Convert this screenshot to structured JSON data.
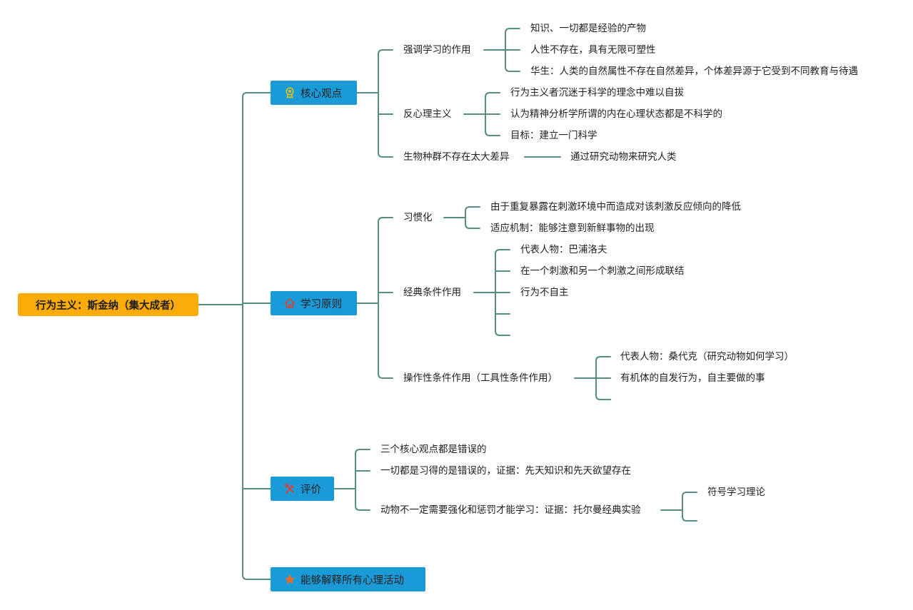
{
  "root": {
    "label": "行为主义：斯金纳（集大成者）"
  },
  "branches": [
    {
      "label": "核心观点",
      "icon": "award-ribbon-icon",
      "children": [
        {
          "label": "强调学习的作用",
          "children": [
            {
              "label": "知识、一切都是经验的产物"
            },
            {
              "label": "人性不存在，具有无限可塑性"
            },
            {
              "label": "华生：人类的自然属性不存在自然差异，个体差异源于它受到不同教育与待遇"
            }
          ]
        },
        {
          "label": "反心理主义",
          "children": [
            {
              "label": "行为主义者沉迷于科学的理念中难以自拔"
            },
            {
              "label": "认为精神分析学所谓的内在心理状态都是不科学的"
            },
            {
              "label": "目标：建立一门科学"
            }
          ]
        },
        {
          "label": "生物种群不存在太大差异",
          "children": [
            {
              "label": "通过研究动物来研究人类"
            }
          ]
        }
      ]
    },
    {
      "label": "学习原则",
      "icon": "house-icon",
      "children": [
        {
          "label": "习惯化",
          "children": [
            {
              "label": "由于重复暴露在刺激环境中而造成对该刺激反应倾向的降低"
            },
            {
              "label": "适应机制：能够注意到新鲜事物的出现"
            }
          ]
        },
        {
          "label": "经典条件作用",
          "children": [
            {
              "label": "代表人物：巴浦洛夫"
            },
            {
              "label": "在一个刺激和另一个刺激之间形成联结"
            },
            {
              "label": "行为不自主"
            }
          ]
        },
        {
          "label": "操作性条件作用（工具性条件作用）",
          "children": [
            {
              "label": "代表人物：桑代克（研究动物如何学习）"
            },
            {
              "label": "有机体的自发行为，自主要做的事"
            }
          ]
        }
      ]
    },
    {
      "label": "评价",
      "icon": "tools-icon",
      "children": [
        {
          "label": "三个核心观点都是错误的"
        },
        {
          "label": "一切都是习得的是错误的，证据：先天知识和先天欲望存在"
        },
        {
          "label": "动物不一定需要强化和惩罚才能学习：证据：托尔曼经典实验",
          "children": [
            {
              "label": "符号学习理论"
            }
          ]
        }
      ]
    },
    {
      "label": "能够解释所有心理活动",
      "icon": "star-icon"
    }
  ],
  "colors": {
    "root-fill": "#fbab0a",
    "topic-fill": "#1a9bd7",
    "line": "#558e80",
    "icon-award": "#e4c21b",
    "icon-house": "#d9433a",
    "icon-tools": "#d9433a",
    "icon-star": "#e86c2a"
  }
}
